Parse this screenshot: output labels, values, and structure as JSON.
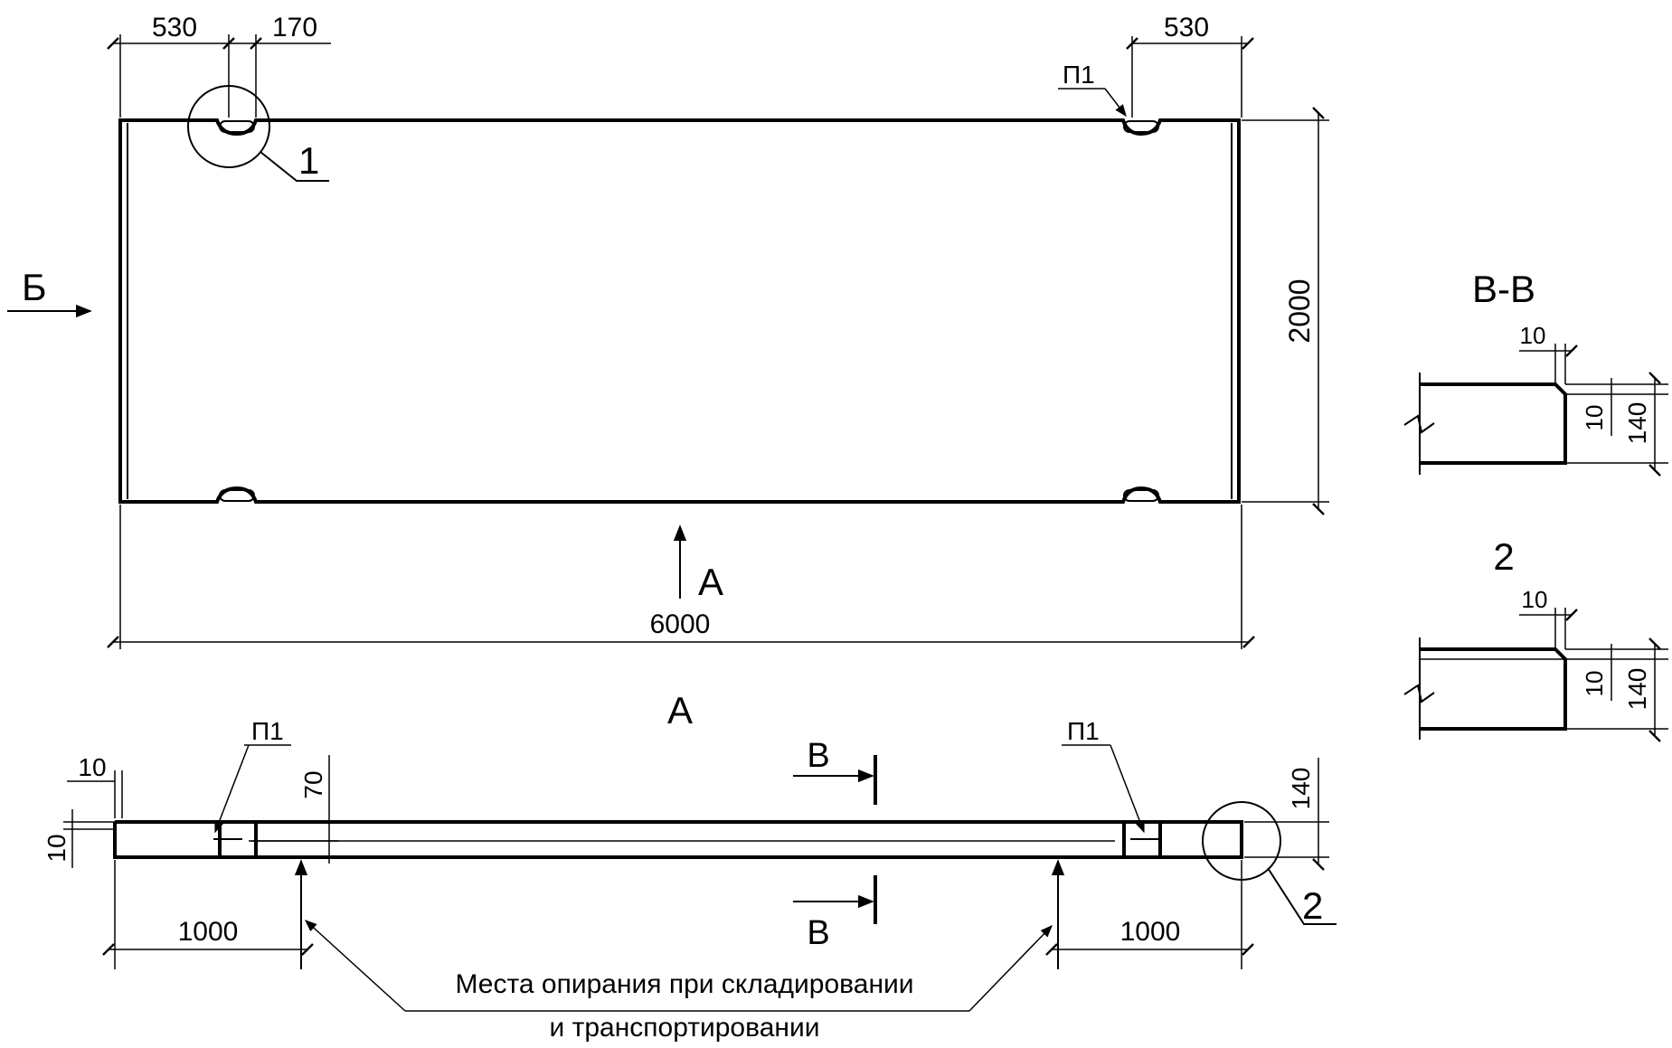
{
  "plan": {
    "dim_top_left": "530",
    "dim_top_mid": "170",
    "dim_top_right": "530",
    "dim_width": "6000",
    "dim_height": "2000",
    "callout_1": "1",
    "loop_label_top": "П1",
    "view_arrow_a": "А",
    "view_arrow_b": "Б"
  },
  "view_a": {
    "title": "А",
    "dim_10_top": "10",
    "dim_10_side": "10",
    "dim_70": "70",
    "dim_140": "140",
    "dim_1000_left": "1000",
    "dim_1000_right": "1000",
    "loop_label_left": "П1",
    "loop_label_right": "П1",
    "section_mark": "В",
    "callout_2": "2",
    "note_line1": "Места опирания при складировании",
    "note_line2": "и транспортировании"
  },
  "section_vv": {
    "title": "В-В",
    "dim_10_a": "10",
    "dim_10_b": "10",
    "dim_140": "140"
  },
  "detail_2": {
    "title": "2",
    "dim_10_a": "10",
    "dim_10_b": "10",
    "dim_140": "140"
  }
}
